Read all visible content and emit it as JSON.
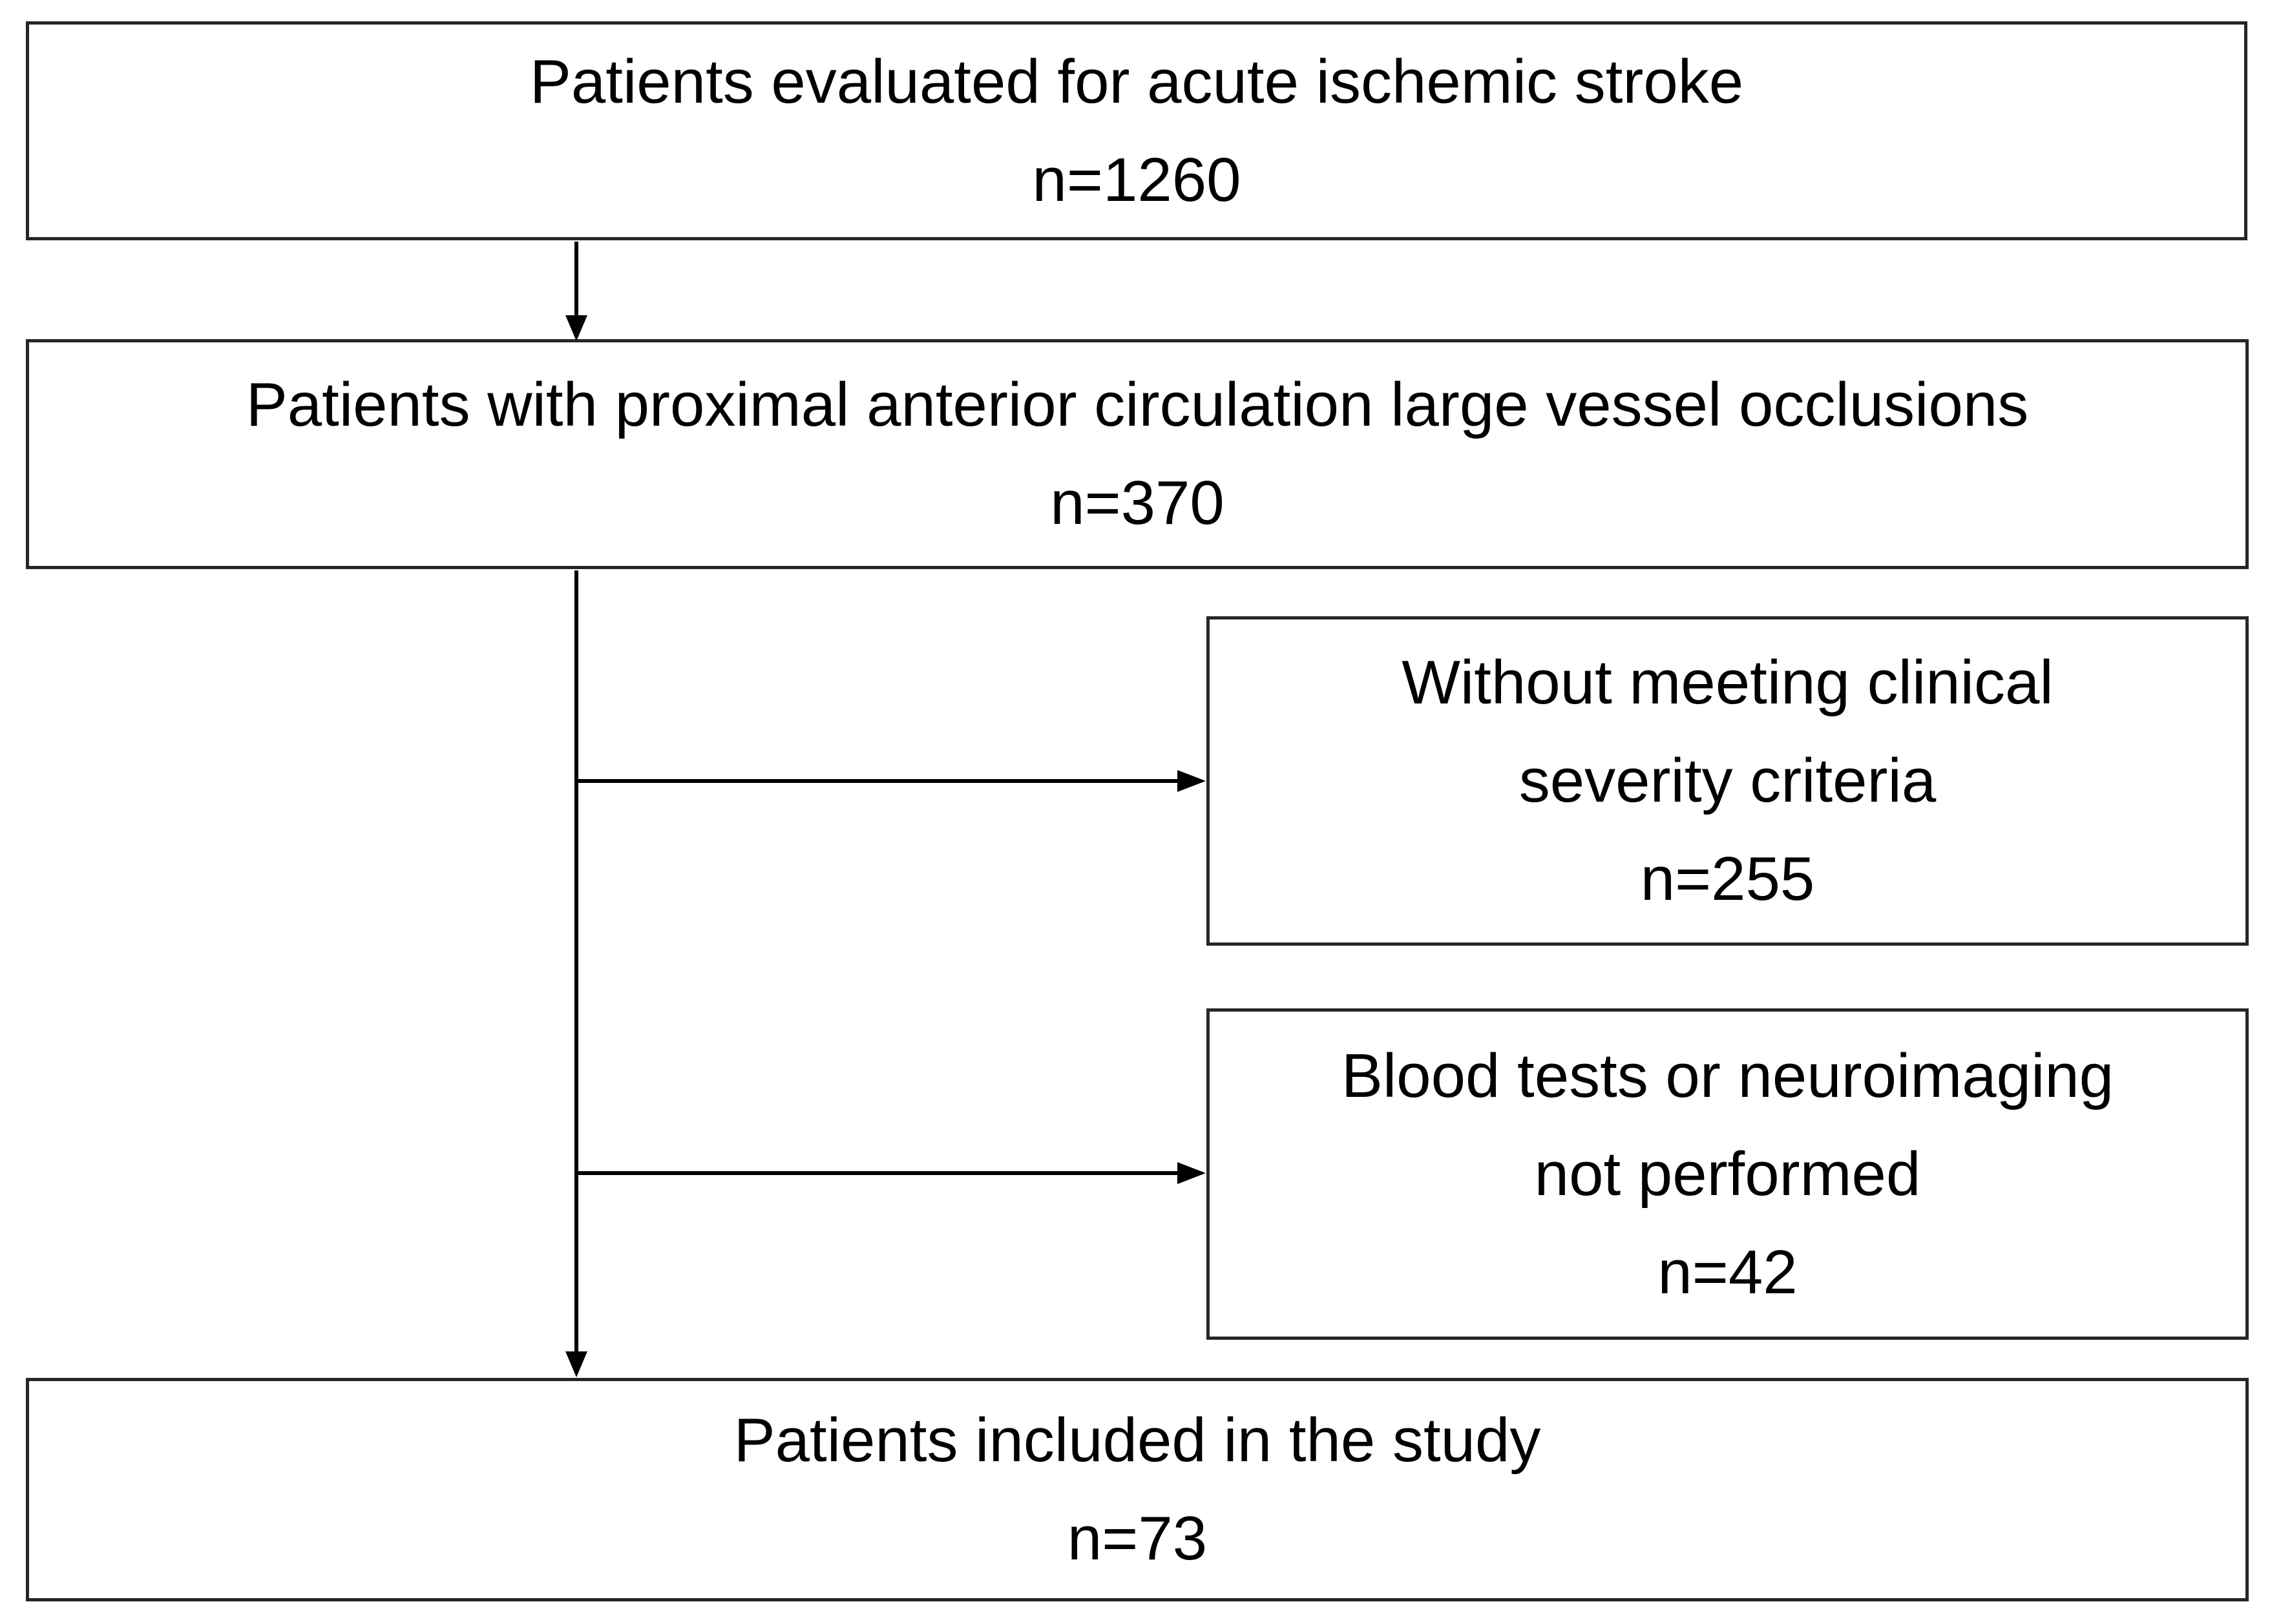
{
  "diagram": {
    "description": "Patient selection flow diagram",
    "colors": {
      "background": "#ffffff",
      "box_border": "#262626",
      "arrow": "#000000",
      "text": "#000000"
    },
    "boxes": [
      {
        "id": "patients-evaluated",
        "lines": [
          "Patients evaluated for acute ischemic stroke"
        ],
        "n": "n=1260"
      },
      {
        "id": "patients-lvo",
        "lines": [
          "Patients with proximal anterior circulation large vessel occlusions"
        ],
        "n": "n=370"
      },
      {
        "id": "excluded-severity",
        "lines": [
          "Without meeting clinical",
          "severity criteria"
        ],
        "n": "n=255"
      },
      {
        "id": "excluded-bloodtests",
        "lines": [
          "Blood tests or neuroimaging",
          "not performed"
        ],
        "n": "n=42"
      },
      {
        "id": "patients-included",
        "lines": [
          "Patients included in the study"
        ],
        "n": "n=73"
      }
    ],
    "connectors": [
      {
        "from": "patients-evaluated",
        "to": "patients-lvo",
        "direction": "down"
      },
      {
        "from": "patients-lvo",
        "to": "excluded-severity",
        "direction": "right"
      },
      {
        "from": "patients-lvo",
        "to": "excluded-bloodtests",
        "direction": "right"
      },
      {
        "from": "patients-lvo",
        "to": "patients-included",
        "direction": "down"
      }
    ]
  }
}
